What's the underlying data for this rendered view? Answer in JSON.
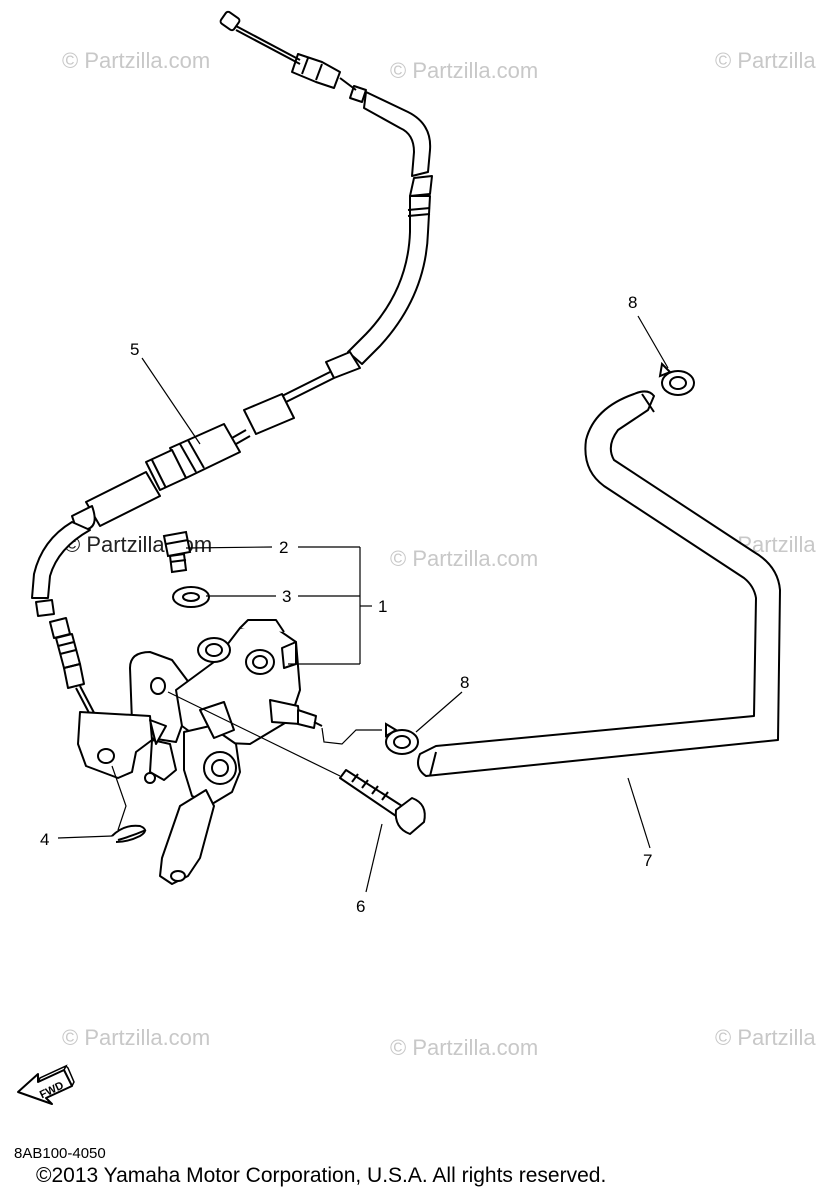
{
  "watermarks": {
    "text": "© Partzilla.com",
    "row1_a": "© Partzilla.com",
    "row1_b": "© Partzilla.com",
    "row1_c": "© Partzilla",
    "row2_a": "© Partzilla.com",
    "row2_b": "© Partzilla.com",
    "row2_c": "© Partzilla",
    "row3_a": "© Partzilla.com",
    "row3_b": "© Partzilla.com",
    "row3_c": "© Partzilla"
  },
  "callouts": {
    "c1": "1",
    "c2": "2",
    "c3": "3",
    "c4": "4",
    "c5": "5",
    "c6": "6",
    "c7": "7",
    "c8_top": "8",
    "c8_mid": "8"
  },
  "fwd_label": "FWD",
  "diagram_code": "8AB100-4050",
  "copyright": "©2013 Yamaha Motor Corporation, U.S.A. All rights reserved.",
  "colors": {
    "line": "#000000",
    "watermark": "#c8c8c8",
    "background": "#ffffff"
  }
}
